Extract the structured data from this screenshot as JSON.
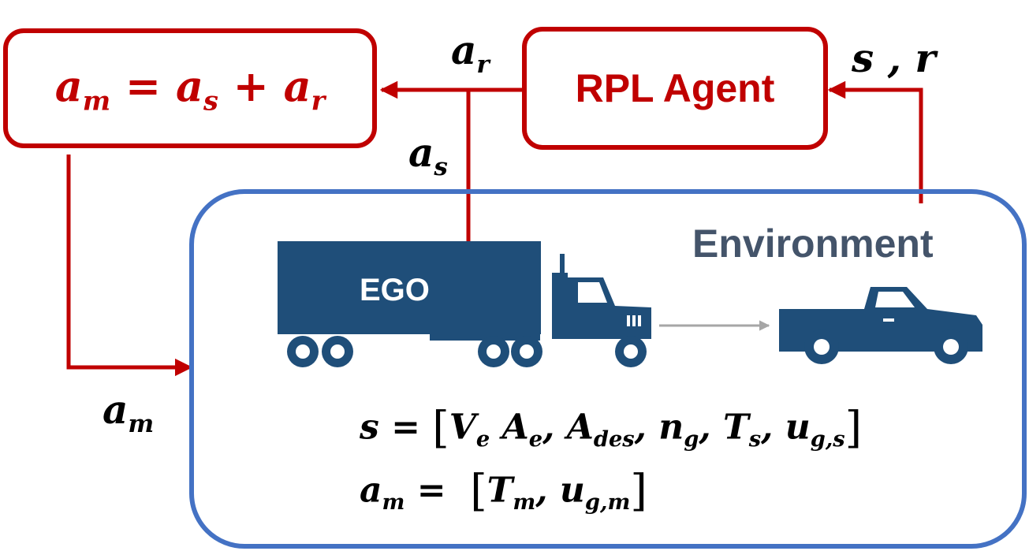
{
  "mixer_box": {
    "equation": "a_m = a_s + a_r",
    "lhs": "a",
    "lhs_sub": "m",
    "op1": " = ",
    "t1": "a",
    "t1_sub": "s",
    "op2": " + ",
    "t2": "a",
    "t2_sub": "r"
  },
  "agent_box": {
    "label": "RPL Agent"
  },
  "environment": {
    "label": "Environment"
  },
  "truck": {
    "label": "EGO"
  },
  "signals": {
    "a_r": {
      "base": "a",
      "sub": "r"
    },
    "a_s": {
      "base": "a",
      "sub": "s"
    },
    "a_m": {
      "base": "a",
      "sub": "m"
    },
    "s_r": {
      "text1": "s",
      "sep": " ,",
      "text2": "r"
    }
  },
  "state_formula": {
    "lhs": "s",
    "eq": " = ",
    "items": [
      "V",
      "A",
      "A",
      "n",
      "T",
      "u"
    ],
    "subs": [
      "e",
      "e",
      "des",
      "g",
      "s",
      "g,s"
    ]
  },
  "action_formula": {
    "lhs": "a",
    "lhs_sub": "m",
    "eq": " =  ",
    "items": [
      "T",
      "u"
    ],
    "subs": [
      "m",
      "g,m"
    ]
  },
  "colors": {
    "red": "#c00000",
    "blue_border": "#4472c4",
    "vehicle": "#1f4e79",
    "env_text": "#44546a",
    "gray_arrow": "#a6a6a6"
  }
}
